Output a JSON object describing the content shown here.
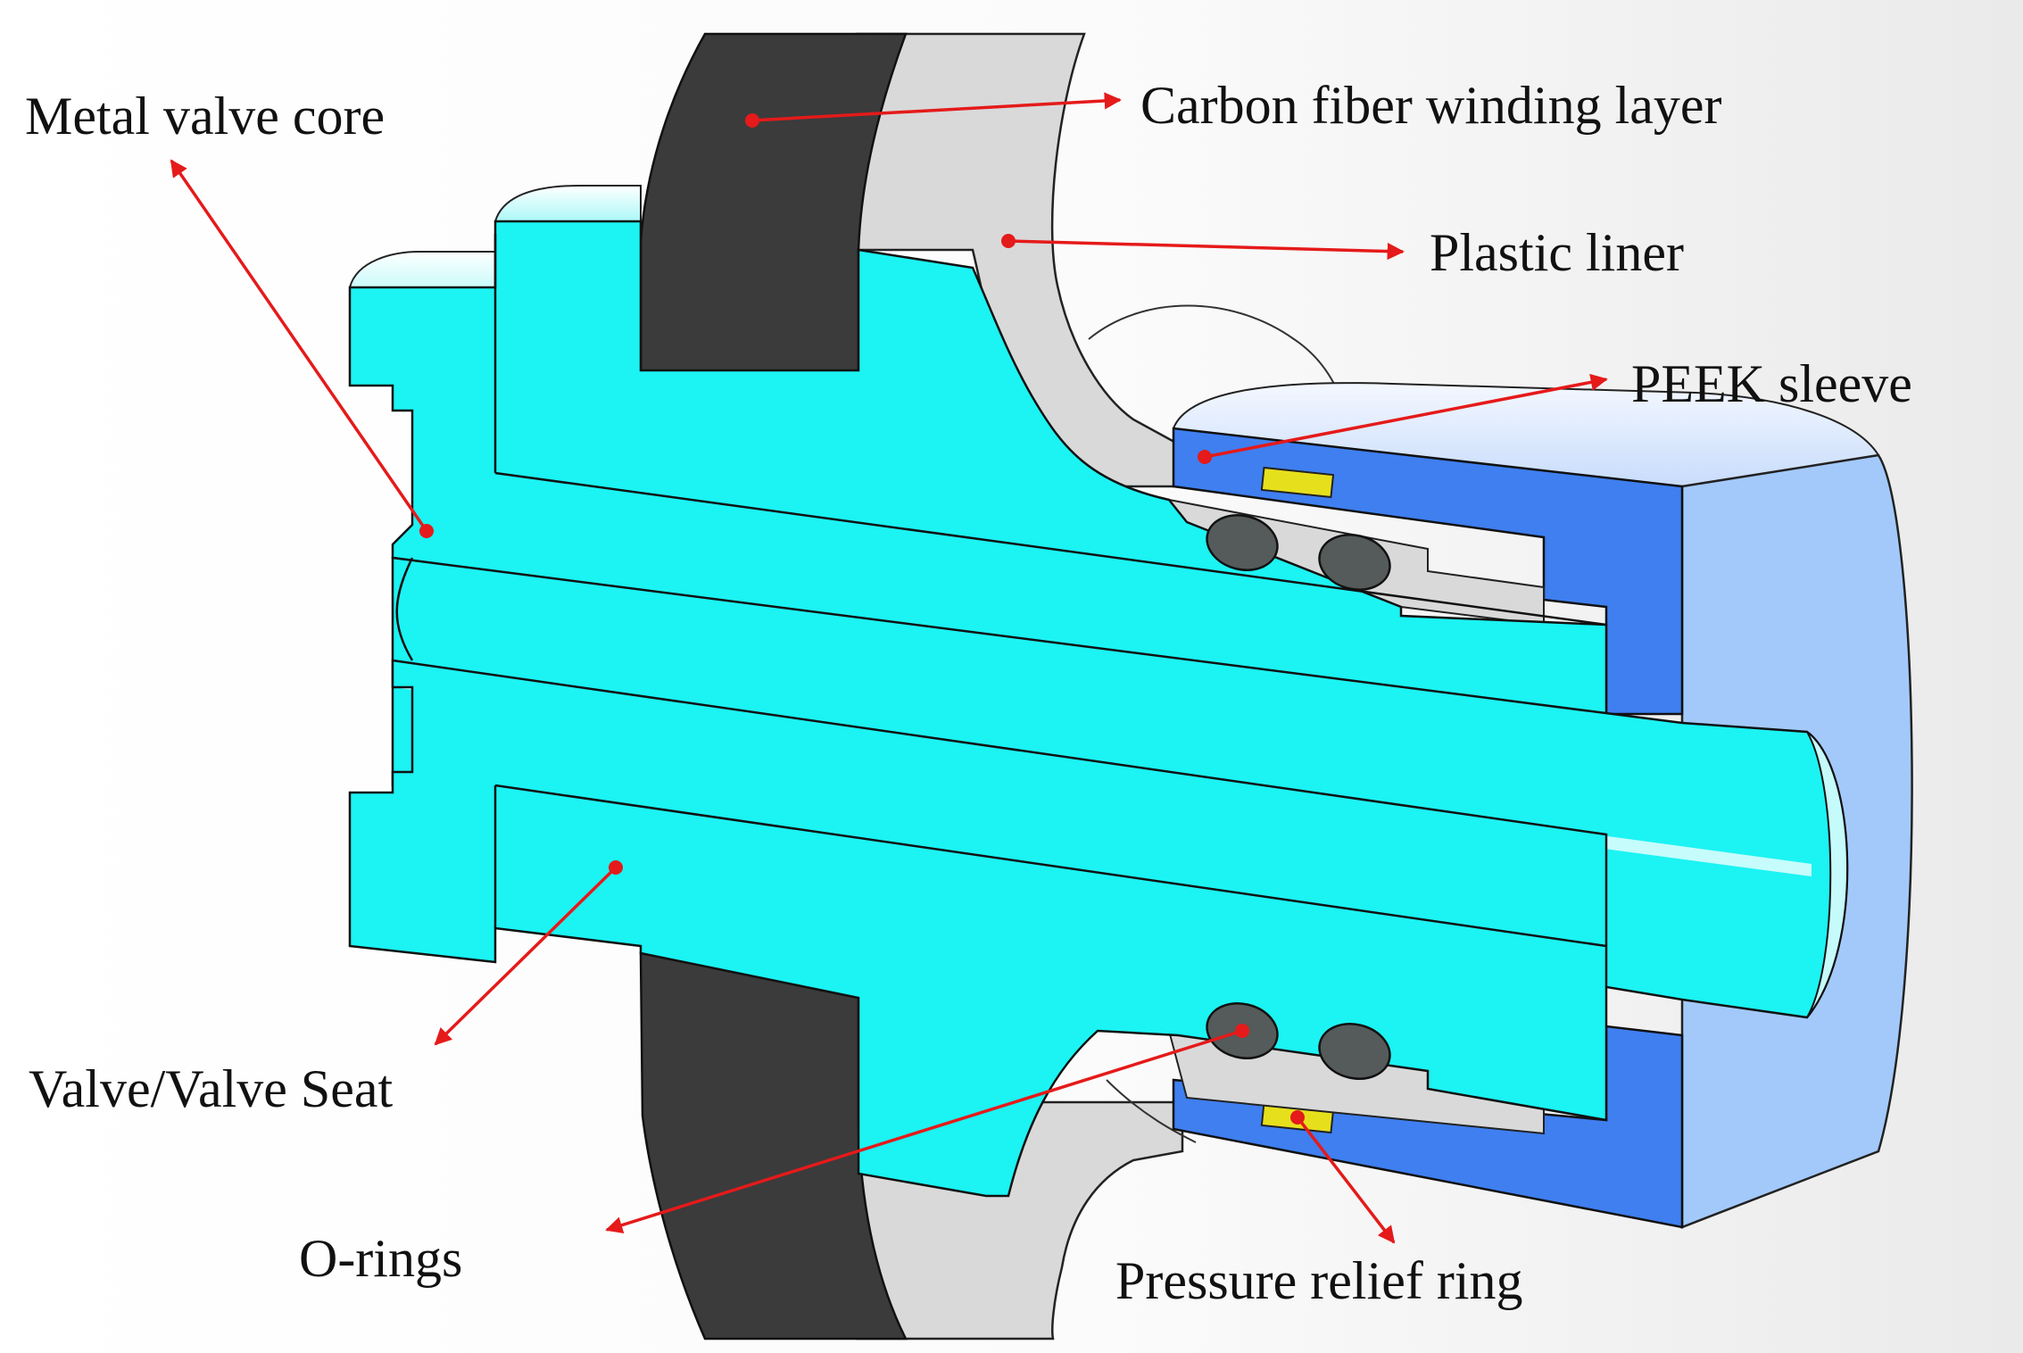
{
  "labels": {
    "metal_valve_core": "Metal valve core",
    "carbon_fiber": "Carbon fiber winding layer",
    "plastic_liner": "Plastic liner",
    "peek_sleeve": "PEEK sleeve",
    "valve_seat": "Valve/Valve Seat",
    "o_rings": "O-rings",
    "pressure_relief": "Pressure relief ring"
  },
  "colors": {
    "metal": "#1cf3f3",
    "metal_light": "#c6fbfb",
    "carbon": "#3b3b3b",
    "liner": "#d8d8d8",
    "peek": "#3f7ff0",
    "peek_face": "#a3c9fb",
    "relief": "#e6e01c",
    "oring": "#555a5a",
    "pointer": "#e51a1a"
  }
}
